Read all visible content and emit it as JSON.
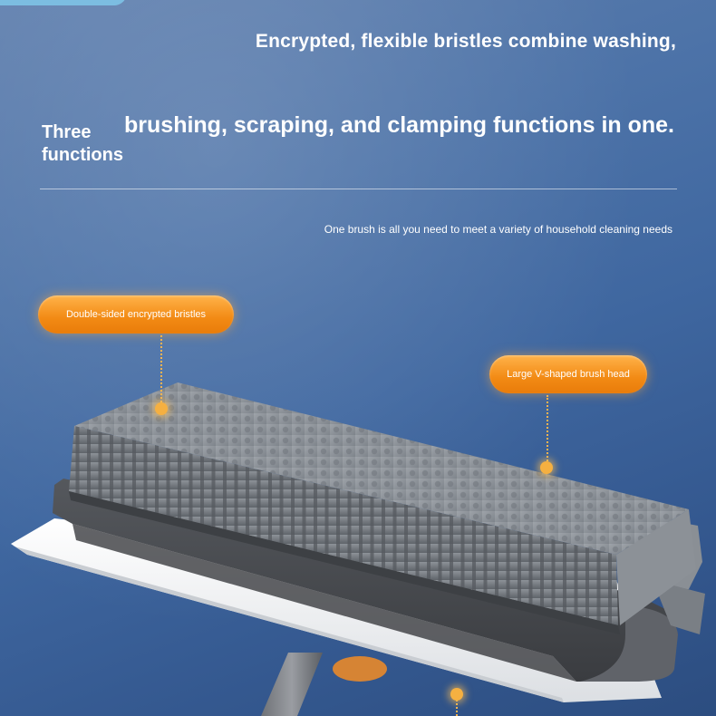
{
  "headline": {
    "line1": "Encrypted, flexible bristles combine washing,",
    "line2": "brushing, scraping, and clamping functions in one."
  },
  "side_label": "Three functions",
  "subtext": "One brush is all you need to meet a variety of household cleaning needs",
  "callouts": [
    {
      "label": "Double-sided encrypted bristles"
    },
    {
      "label": "Large V-shaped brush head"
    }
  ],
  "colors": {
    "background": "#4d73a8",
    "callout_orange": "#f28a14",
    "bristle_gray": "#8f949a",
    "brush_body": "#4a4c50",
    "scraper_white": "#f1f2f4"
  }
}
